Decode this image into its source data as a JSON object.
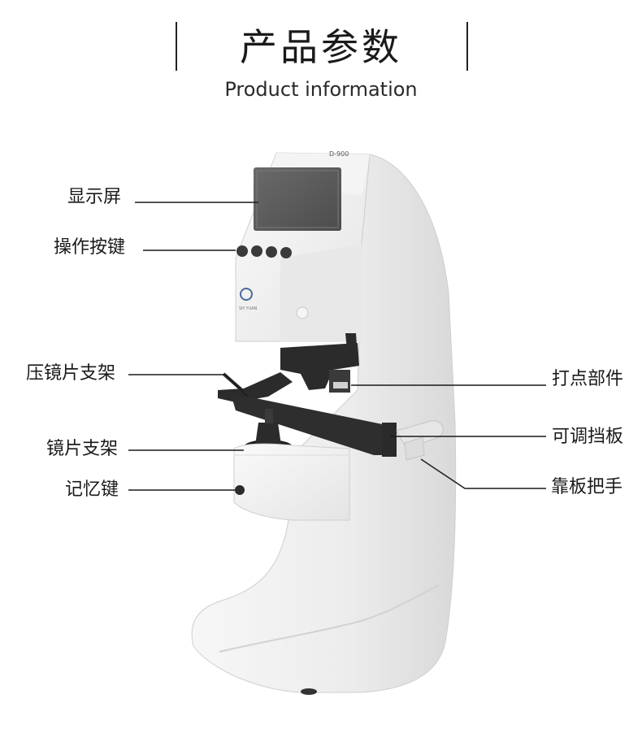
{
  "header": {
    "title": "产品参数",
    "subtitle": "Product information"
  },
  "device": {
    "model_label": "D-900",
    "brand_label": "SH YUAN"
  },
  "labels": {
    "display_screen": "显示屏",
    "operation_buttons": "操作按键",
    "lens_press_holder": "压镜片支架",
    "lens_holder": "镜片支架",
    "memory_key": "记忆键",
    "marking_component": "打点部件",
    "adjustable_baffle": "可调挡板",
    "board_handle": "靠板把手"
  },
  "colors": {
    "body": "#efefef",
    "body_shadow": "#d6d6d6",
    "screen": "#595959",
    "dark_part": "#2b2b2b",
    "line": "#1a1a1a"
  }
}
